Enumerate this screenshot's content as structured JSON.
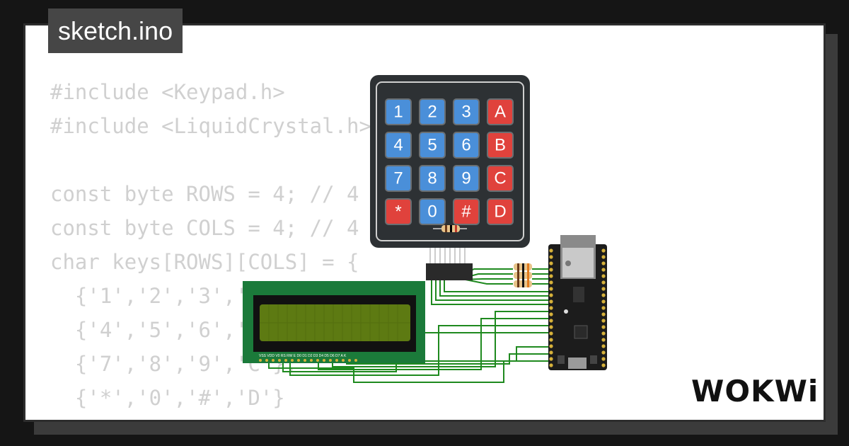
{
  "tab": {
    "filename": "sketch.ino"
  },
  "code": {
    "lines": [
      "#include <Keypad.h>",
      "#include <LiquidCrystal.h>",
      "",
      "const byte ROWS = 4; // 4 filas",
      "const byte COLS = 4; // 4 columnas",
      "char keys[ROWS][COLS] = {",
      "  {'1','2','3','A'},",
      "  {'4','5','6','B'},",
      "  {'7','8','9','C'},",
      "  {'*','0','#','D'}",
      "};"
    ]
  },
  "keypad": {
    "keys": [
      {
        "label": "1",
        "color": "#4a8fd9"
      },
      {
        "label": "2",
        "color": "#4a8fd9"
      },
      {
        "label": "3",
        "color": "#4a8fd9"
      },
      {
        "label": "A",
        "color": "#e0423c"
      },
      {
        "label": "4",
        "color": "#4a8fd9"
      },
      {
        "label": "5",
        "color": "#4a8fd9"
      },
      {
        "label": "6",
        "color": "#4a8fd9"
      },
      {
        "label": "B",
        "color": "#e0423c"
      },
      {
        "label": "7",
        "color": "#4a8fd9"
      },
      {
        "label": "8",
        "color": "#4a8fd9"
      },
      {
        "label": "9",
        "color": "#4a8fd9"
      },
      {
        "label": "C",
        "color": "#e0423c"
      },
      {
        "label": "*",
        "color": "#e0423c"
      },
      {
        "label": "0",
        "color": "#4a8fd9"
      },
      {
        "label": "#",
        "color": "#e0423c"
      },
      {
        "label": "D",
        "color": "#e0423c"
      }
    ]
  },
  "lcd": {
    "pin_labels": "VSS VDD V0 RS RW E D0 D1 D2 D3 D4 D5 D6 D7 A K"
  },
  "brand": {
    "name": "WOKWi"
  },
  "colors": {
    "wire": "#1f8a1f",
    "pcb_green": "#1b7a3a",
    "lcd_screen": "#5d7a12",
    "board_black": "#1c1c1c"
  }
}
